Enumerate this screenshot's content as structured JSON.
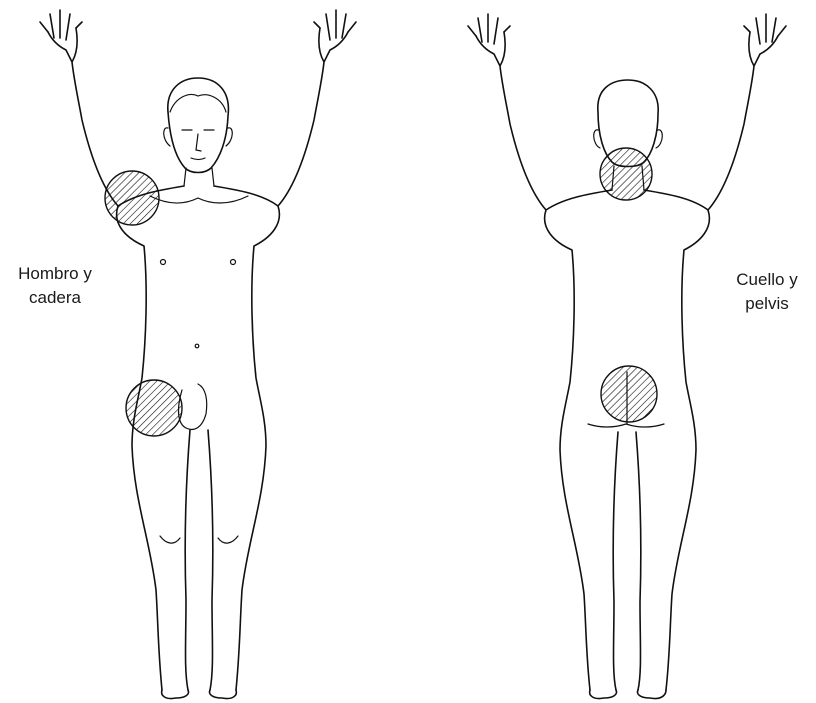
{
  "figure": {
    "views": [
      {
        "id": "front",
        "caption_lines": [
          "Hombro y",
          "cadera"
        ],
        "zones": [
          "shoulder",
          "hip"
        ]
      },
      {
        "id": "back",
        "caption_lines": [
          "Cuello y",
          "pelvis"
        ],
        "zones": [
          "neck",
          "pelvis"
        ]
      }
    ],
    "colors": {
      "line": "#111111",
      "hatch": "#111111",
      "background": "#ffffff"
    }
  }
}
